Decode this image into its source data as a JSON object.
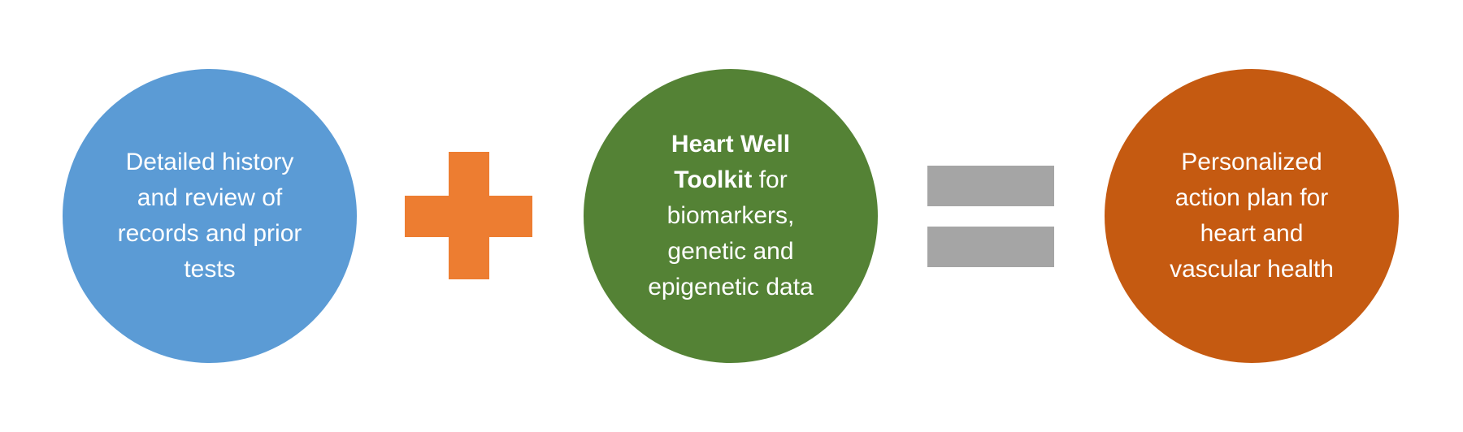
{
  "colors": {
    "blue": "#5B9BD5",
    "green": "#548235",
    "plus": "#ED7D31",
    "orange": "#C55A11",
    "equals": "#A5A5A5"
  },
  "circles": [
    {
      "text": "Detailed history and review of records and prior tests"
    },
    {
      "bold": "Heart Well Toolkit",
      "text": " for biomarkers, genetic and epigenetic data"
    },
    {
      "text": "Personalized action plan for heart and vascular health"
    }
  ],
  "operators": {
    "plus": "plus-icon",
    "equals": "equals-icon"
  }
}
